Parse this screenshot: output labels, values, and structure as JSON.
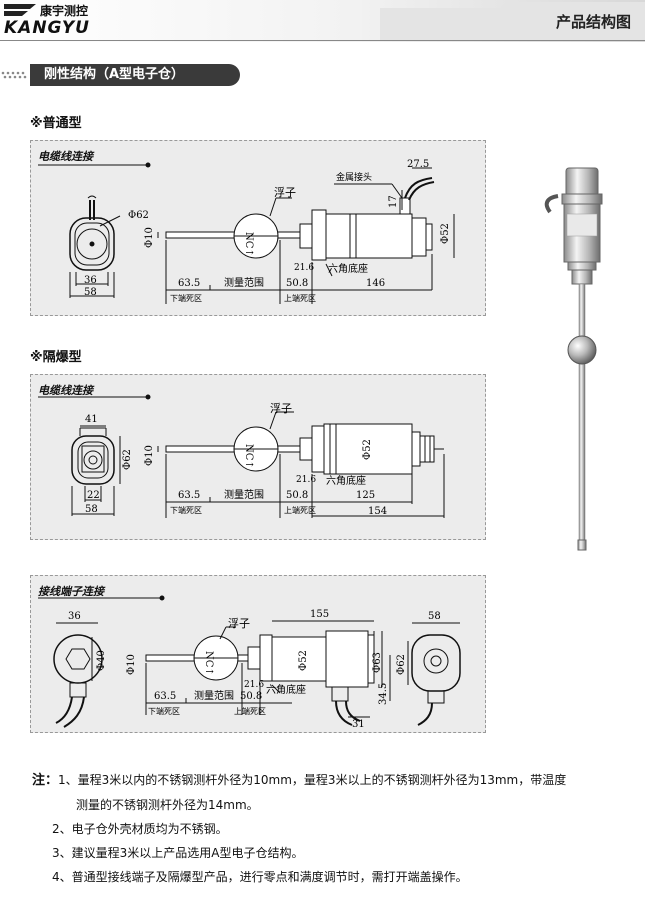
{
  "brand": {
    "cn": "康宇测控",
    "en": "KANGYU"
  },
  "page_title": "产品结构图",
  "section_title": "刚性结构（A型电子仓）",
  "normal": {
    "heading": "※普通型",
    "panel_title": "电缆线连接",
    "labels": {
      "float": "浮子",
      "metal_joint": "金属接头",
      "hex_base": "六角底座",
      "range": "测量范围",
      "lower_dead": "下端死区",
      "upper_dead": "上端死区"
    },
    "dims": {
      "d62": "Φ62",
      "w36": "36",
      "w58": "58",
      "d10": "Φ10",
      "l635": "63.5",
      "l508": "50.8",
      "l146": "146",
      "h216": "21.6",
      "w275": "27.5",
      "h17": "17",
      "d52": "Φ52"
    },
    "float_mark": "NC↑"
  },
  "explosion": {
    "heading": "※隔爆型",
    "panel_title": "电缆线连接",
    "labels": {
      "float": "浮子",
      "hex_base": "六角底座",
      "range": "测量范围",
      "lower_dead": "下端死区",
      "upper_dead": "上端死区"
    },
    "dims": {
      "w41": "41",
      "d62": "Φ62",
      "w22": "22",
      "w58": "58",
      "d10": "Φ10",
      "l635": "63.5",
      "l508": "50.8",
      "l125": "125",
      "l154": "154",
      "h216": "21.6",
      "d52": "Φ52"
    },
    "float_mark": "NC↑"
  },
  "terminal": {
    "panel_title": "接线端子连接",
    "labels": {
      "float": "浮子",
      "hex_base": "六角底座",
      "range": "测量范围",
      "lower_dead": "下端死区",
      "upper_dead": "上端死区"
    },
    "dims": {
      "w36": "36",
      "d40": "Φ40",
      "d10": "Φ10",
      "l635": "63.5",
      "l508": "50.8",
      "l155": "155",
      "d52": "Φ52",
      "d63": "Φ63",
      "h216": "21.6",
      "h345": "34.5",
      "w31": "31",
      "w58": "58",
      "d62": "Φ62"
    },
    "float_mark": "NC↑"
  },
  "notes": {
    "lead": "注：",
    "lines": [
      "1、量程3米以内的不锈钢测杆外径为10mm，量程3米以上的不锈钢测杆外径为13mm，带温度",
      "测量的不锈钢测杆外径为14mm。",
      "2、电子仓外壳材质均为不锈钢。",
      "3、建议量程3米以上产品选用A型电子仓结构。",
      "4、普通型接线端子及隔爆型产品，进行零点和满度调节时，需打开端盖操作。"
    ]
  }
}
